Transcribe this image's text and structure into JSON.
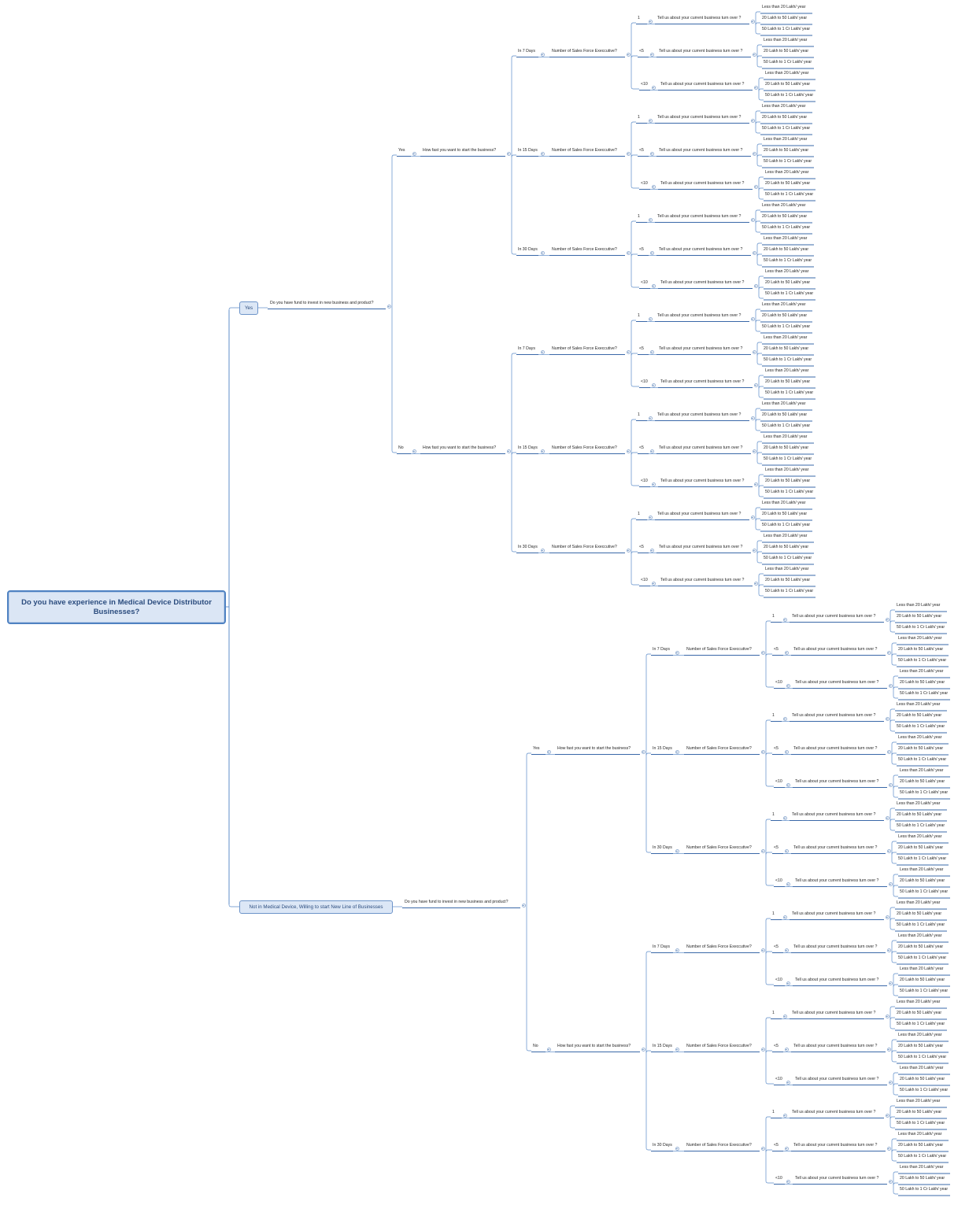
{
  "root": {
    "label": "Do you have experience in Medical Device Distributor Businesses?"
  },
  "branches": [
    {
      "label": "Yes",
      "question": "Do you have fund to invest in new business and product?",
      "answers": [
        "Yes",
        "No"
      ]
    },
    {
      "label": "Not in Medical Device, Willing to start New Line of Businesses",
      "question": "Do you have fund to invest in new business and product?",
      "answers": [
        "Yes",
        "No"
      ]
    }
  ],
  "speed_question": "How fast you want to start the business?",
  "speed_options": [
    "In 7 Days",
    "In 15 Days",
    "In 30 Days"
  ],
  "sales_question": "Number of Sales Force Execcutive?",
  "sales_options": [
    "1",
    "<5",
    "<10"
  ],
  "turnover_question": "Tell us about your current business turn over ?",
  "turnover_options": [
    "Less than 20 Lakh/ year",
    "20 Lakh to  50 Lakh/ year",
    "50 Lakh to 1 Cr Lakh/ year"
  ],
  "colors": {
    "line": "#5b8bc9",
    "underline": "#3a68a8",
    "box_fill": "#dce7f6",
    "box_border": "#6d94c9",
    "text": "#1e1e1e"
  }
}
